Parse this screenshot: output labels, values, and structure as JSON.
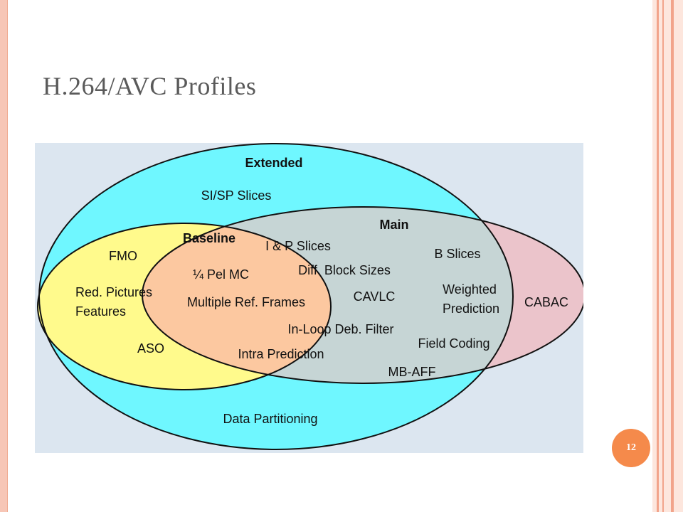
{
  "slide": {
    "title": "H.264/AVC Profiles",
    "page_number": "12"
  },
  "diagram": {
    "profiles": {
      "extended": "Extended",
      "main": "Main",
      "baseline": "Baseline"
    },
    "features": {
      "si_sp_slices": "SI/SP Slices",
      "fmo": "FMO",
      "red_pictures": "Red. Pictures",
      "features": "Features",
      "aso": "ASO",
      "ip_slices": "I & P Slices",
      "quarter_pel_mc": "¼ Pel MC",
      "diff_block_sizes": "Diff. Block Sizes",
      "multiple_ref_frames": "Multiple Ref. Frames",
      "cavlc": "CAVLC",
      "in_loop_deb_filter": "In-Loop Deb. Filter",
      "intra_prediction": "Intra Prediction",
      "b_slices": "B Slices",
      "weighted": "Weighted",
      "prediction": "Prediction",
      "field_coding": "Field Coding",
      "mb_aff": "MB-AFF",
      "cabac": "CABAC",
      "data_partitioning": "Data Partitioning"
    },
    "colors": {
      "background": "#dce6f0",
      "extended_fill": "#6ff7ff",
      "main_fill": "#c6d5d5",
      "cabac_fill": "#ebc4cb",
      "baseline_fill": "#fffa8c",
      "core_fill": "#fcc8a0",
      "outline": "#111111"
    }
  }
}
